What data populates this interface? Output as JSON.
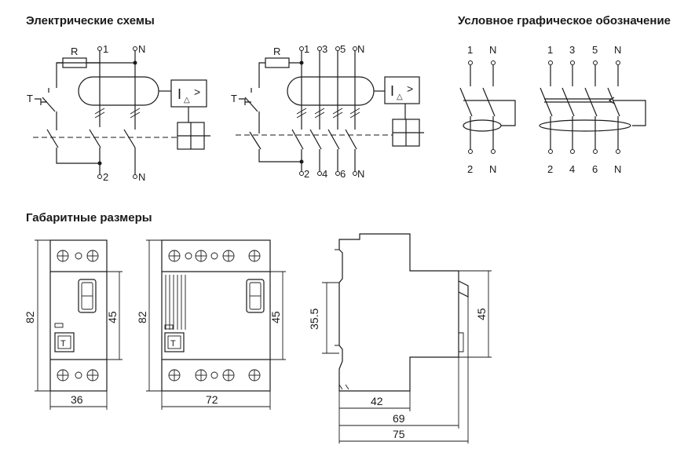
{
  "headings": {
    "schemes": "Электрические схемы",
    "symbols": "Условное графическое обозначение",
    "dimensions": "Габаритные размеры"
  },
  "scheme_2p": {
    "resistor": "R",
    "test": "T",
    "terminals_top": [
      "1",
      "N"
    ],
    "terminals_bottom": [
      "2",
      "N"
    ],
    "relay_symbol": "I",
    "relay_sub": "△",
    "relay_arrow": ">"
  },
  "scheme_4p": {
    "resistor": "R",
    "test": "T",
    "terminals_top": [
      "1",
      "3",
      "5",
      "N"
    ],
    "terminals_bottom": [
      "2",
      "4",
      "6",
      "N"
    ],
    "relay_symbol": "I",
    "relay_sub": "△",
    "relay_arrow": ">"
  },
  "symbol_2p": {
    "top": [
      "1",
      "N"
    ],
    "bottom": [
      "2",
      "N"
    ]
  },
  "symbol_4p": {
    "top": [
      "1",
      "3",
      "5",
      "N"
    ],
    "bottom": [
      "2",
      "4",
      "6",
      "N"
    ]
  },
  "dims_2p": {
    "height": "82",
    "inner": "45",
    "width": "36",
    "test_btn": "T"
  },
  "dims_4p": {
    "height": "82",
    "inner": "45",
    "width": "72",
    "test_btn": "T"
  },
  "dims_side": {
    "rail": "35.5",
    "inner": "45",
    "d1": "42",
    "d2": "69",
    "d3": "75"
  }
}
